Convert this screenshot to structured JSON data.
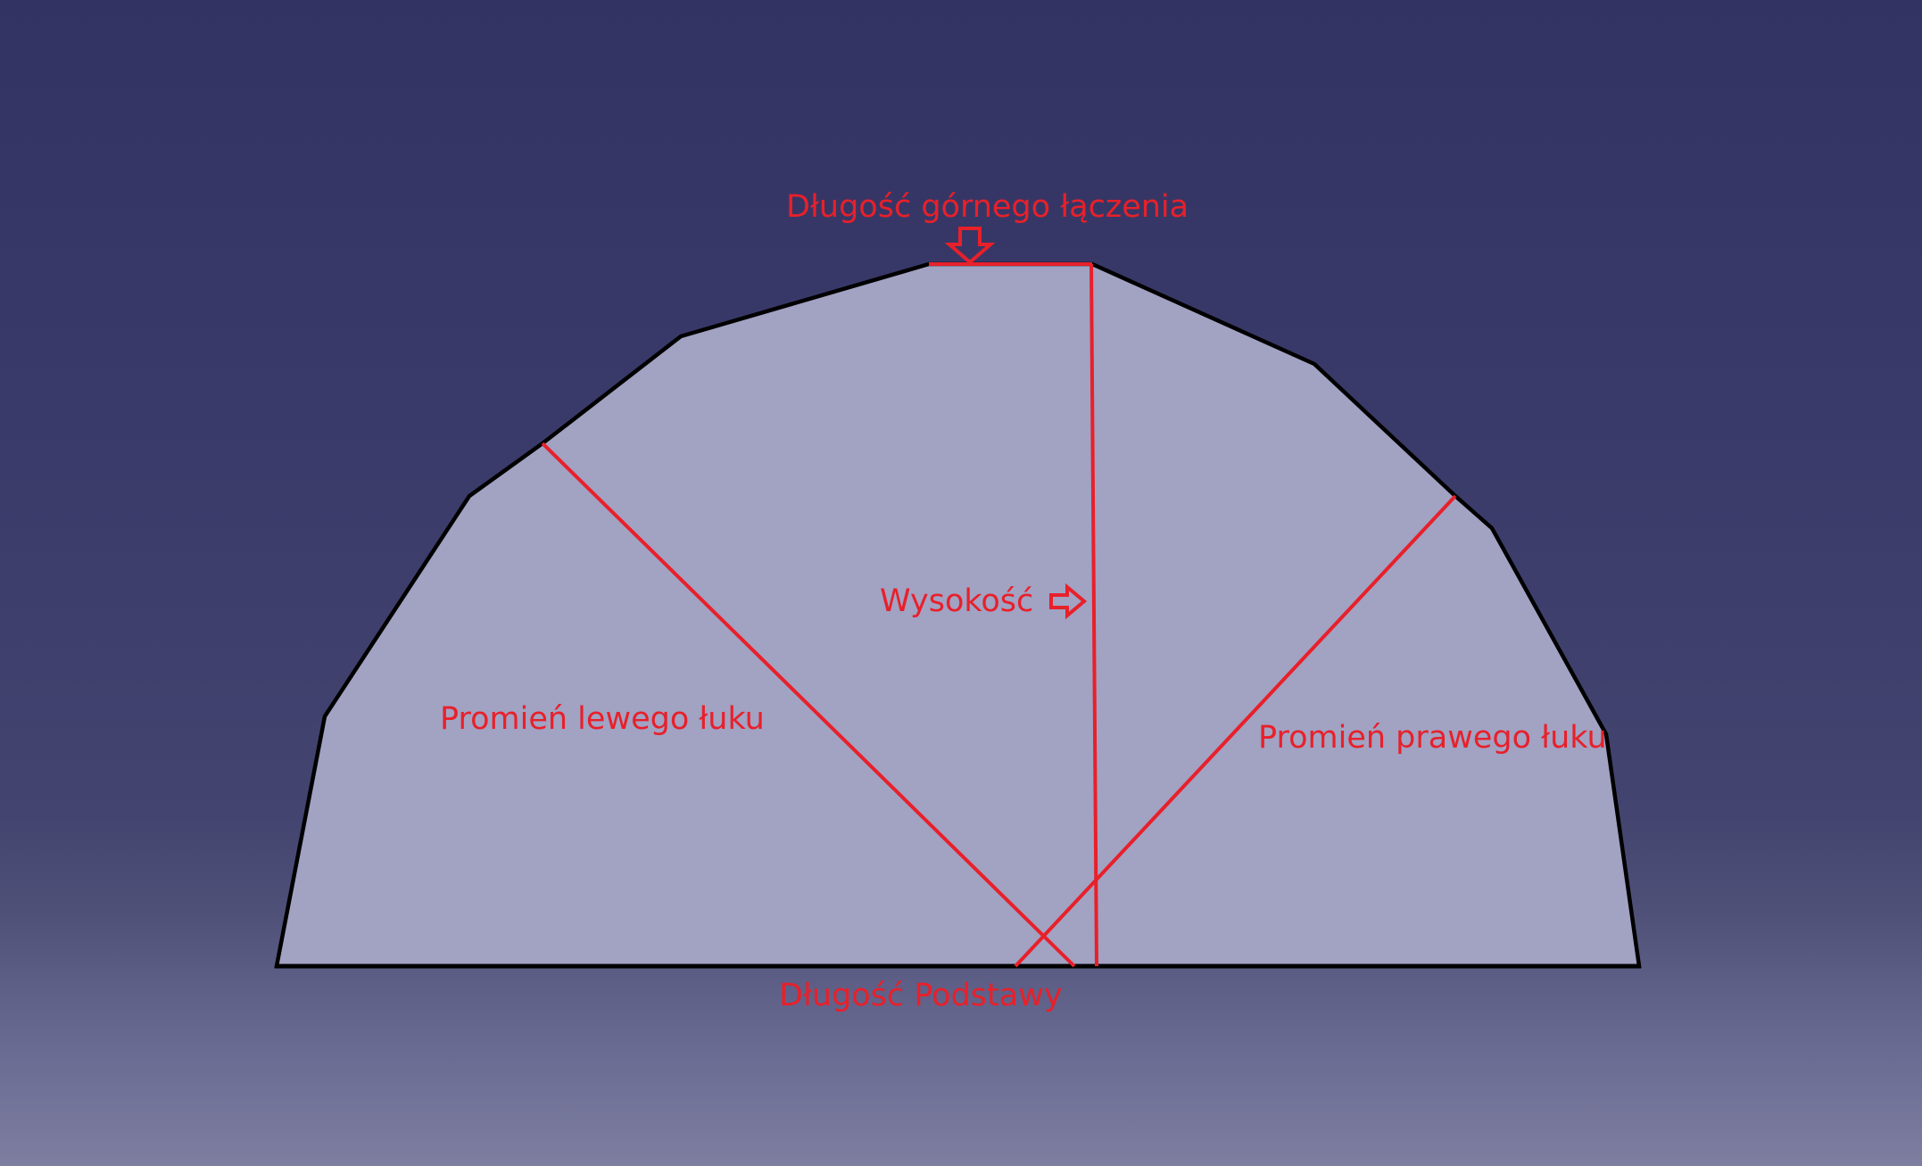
{
  "labels": {
    "top_joint_length": "Długość górnego łączenia",
    "height": "Wysokość",
    "left_arc_radius": "Promień lewego łuku",
    "right_arc_radius": "Promień prawego łuku",
    "base_length": "Długość Podstawy"
  },
  "colors": {
    "background_top": "#333363",
    "background_bottom": "#7d7ea0",
    "shape_fill": "#a2a2c3",
    "shape_outline": "#000000",
    "annotation": "#e8202a"
  },
  "icons": {
    "top_marker": "down-arrow-icon",
    "height_marker": "right-arrow-icon"
  }
}
